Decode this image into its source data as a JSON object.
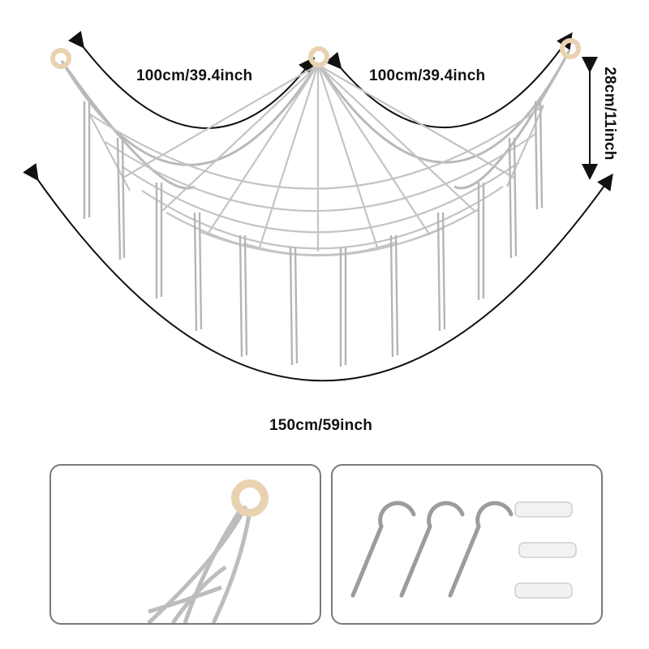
{
  "dimensions": {
    "top_left_span": "100cm/39.4inch",
    "top_right_span": "100cm/39.4inch",
    "bottom_span": "150cm/59inch",
    "height": "28cm/11inch"
  },
  "panels": {
    "detail": "wooden-ring-hanging-loop",
    "hardware": {
      "hooks": 3,
      "wall_anchors": 3
    }
  },
  "colors": {
    "rope": "#b9b9b9",
    "ring": "#e8d2b0",
    "metal": "#9c9c9c",
    "plastic": "#f2f2f2",
    "panel_border": "#7a7a7a"
  }
}
